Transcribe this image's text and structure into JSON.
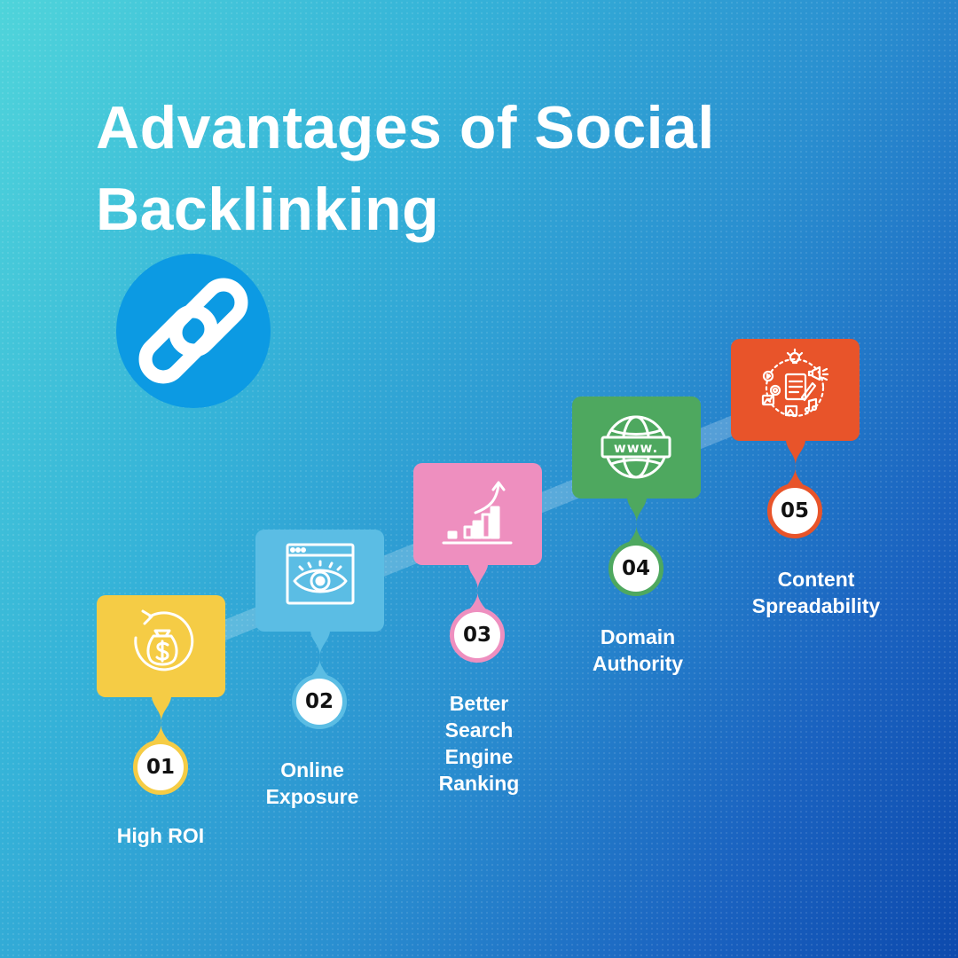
{
  "title": {
    "line1": "Advantages of Social",
    "line2": "Backlinking"
  },
  "icons": {
    "header": "link-chain-icon"
  },
  "steps": [
    {
      "number": "01",
      "label_lines": [
        "High ROI"
      ],
      "color": "#f5cc45",
      "icon": "money-bag-cycle-icon"
    },
    {
      "number": "02",
      "label_lines": [
        "Online",
        "Exposure"
      ],
      "color": "#5bbde4",
      "icon": "browser-eye-icon"
    },
    {
      "number": "03",
      "label_lines": [
        "Better",
        "Search",
        "Engine",
        "Ranking"
      ],
      "color": "#ee8fbf",
      "icon": "growth-bar-chart-icon"
    },
    {
      "number": "04",
      "label_lines": [
        "Domain",
        "Authority"
      ],
      "color": "#4ea85f",
      "icon": "globe-www-icon"
    },
    {
      "number": "05",
      "label_lines": [
        "Content",
        "Spreadability"
      ],
      "color": "#e8542a",
      "icon": "content-marketing-icon"
    }
  ],
  "colors": {
    "header_circle": "#0c9ae3",
    "text": "#ffffff"
  }
}
